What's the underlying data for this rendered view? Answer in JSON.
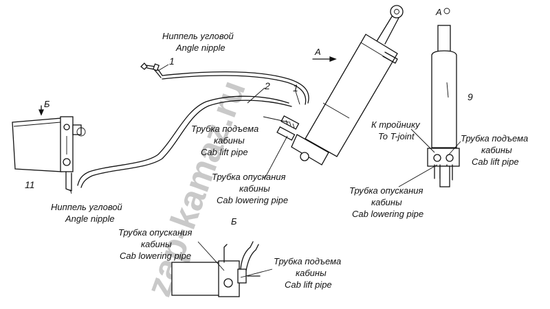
{
  "watermark": "zap-kamaz.ru",
  "labels": {
    "nipple_top_ru": "Ниппель угловой",
    "nipple_top_en": "Angle nipple",
    "arrow_a": "A",
    "view_a": "A",
    "lift_mid_ru1": "Трубка подъема",
    "lift_mid_ru2": "кабины",
    "lift_mid_en": "Cab lift pipe",
    "lower_mid_ru1": "Трубка опускания",
    "lower_mid_ru2": "кабины",
    "lower_mid_en": "Cab lowering pipe",
    "view_b_arrow": "Б",
    "nipple_bottom_ru": "Ниппель угловой",
    "nipple_bottom_en": "Angle nipple",
    "tjoint_ru": "К тройнику",
    "tjoint_en": "To T-joint",
    "lift_right_ru1": "Трубка подъема",
    "lift_right_ru2": "кабины",
    "lift_right_en": "Cab lift pipe",
    "lower_right_ru1": "Трубка опускания",
    "lower_right_ru2": "кабины",
    "lower_right_en": "Cab lowering pipe",
    "view_b": "Б",
    "lower_bottom_ru1": "Трубка опускания",
    "lower_bottom_ru2": "кабины",
    "lower_bottom_en": "Cab lowering pipe",
    "lift_bottom_ru1": "Трубка подъема",
    "lift_bottom_ru2": "кабины",
    "lift_bottom_en": "Cab lift pipe"
  },
  "callouts": {
    "c1_nipple": "1",
    "c1_cylinder": "1",
    "c2": "2",
    "c9": "9",
    "c11": "11"
  }
}
